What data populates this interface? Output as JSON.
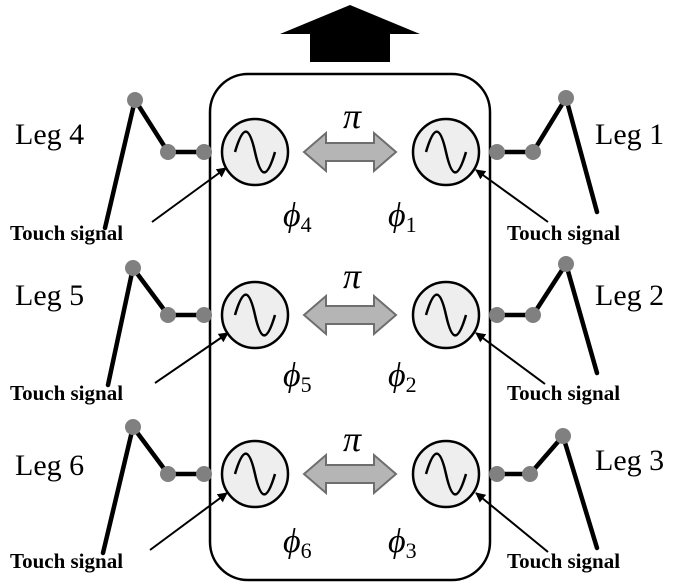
{
  "diagram": {
    "legs": [
      {
        "label": "Leg 4"
      },
      {
        "label": "Leg 1"
      },
      {
        "label": "Leg 5"
      },
      {
        "label": "Leg 2"
      },
      {
        "label": "Leg 6"
      },
      {
        "label": "Leg 3"
      }
    ],
    "touch_signal_label": "Touch signal",
    "oscillators": [
      {
        "symbol": "ϕ",
        "index": "4"
      },
      {
        "symbol": "ϕ",
        "index": "1"
      },
      {
        "symbol": "ϕ",
        "index": "5"
      },
      {
        "symbol": "ϕ",
        "index": "2"
      },
      {
        "symbol": "ϕ",
        "index": "6"
      },
      {
        "symbol": "ϕ",
        "index": "3"
      }
    ],
    "coupling_label": "π",
    "colors": {
      "line": "#000000",
      "joint": "#808080",
      "oscillator_fill": "#eeeeee",
      "arrow_fill": "#b5b5b5",
      "arrow_stroke": "#6e6e6e"
    }
  }
}
